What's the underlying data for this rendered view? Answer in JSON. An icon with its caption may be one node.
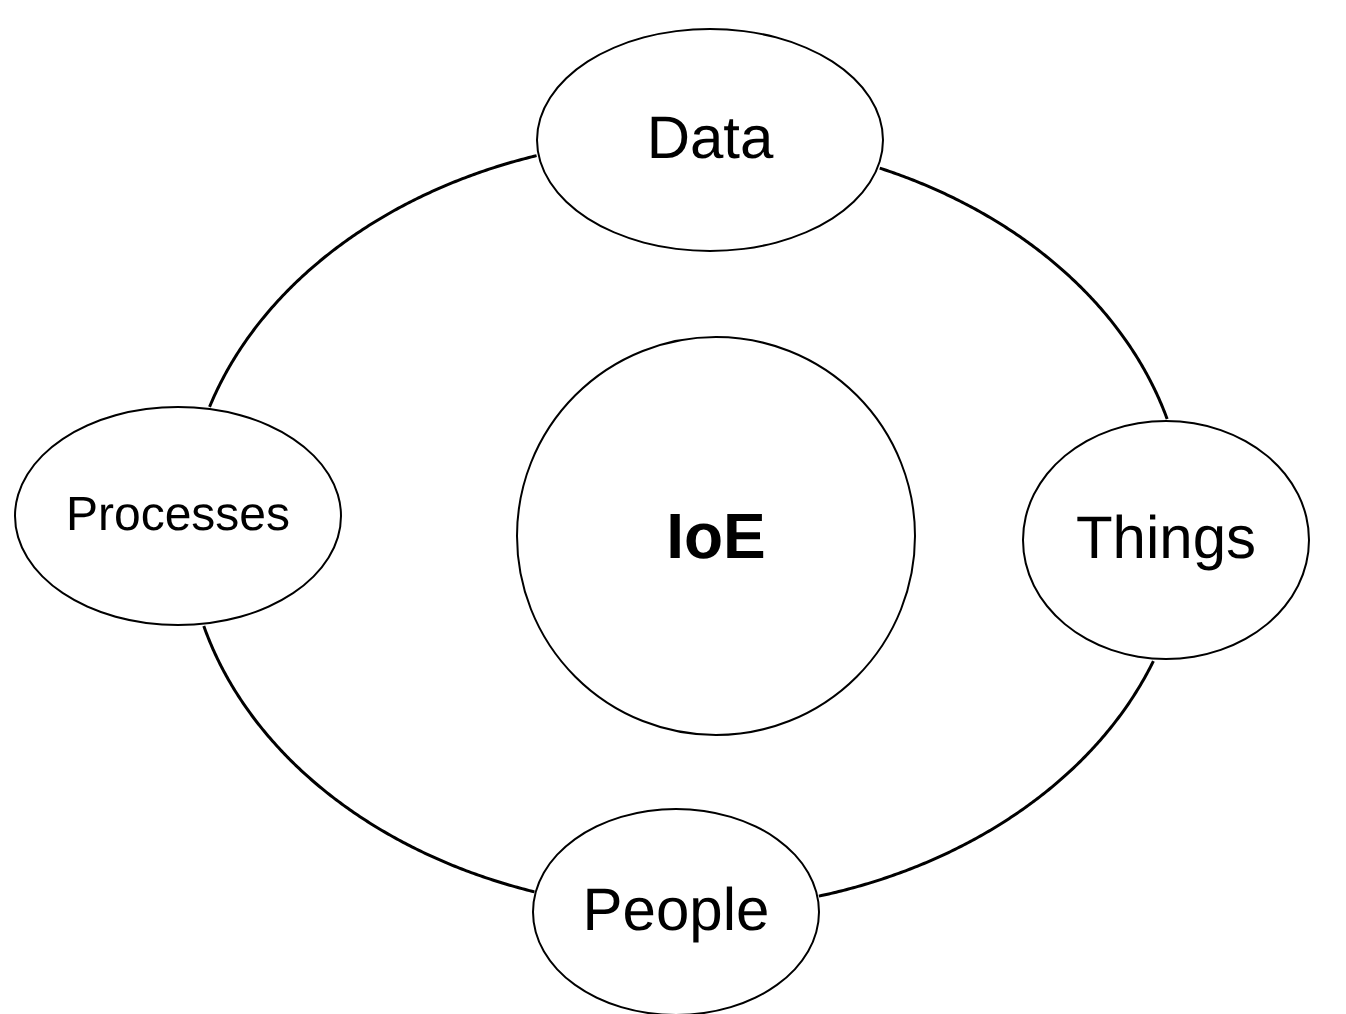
{
  "diagram": {
    "nodes": [
      {
        "text": [
          "Data"
        ]
      },
      {
        "text": [
          "Processes"
        ]
      },
      {
        "text": [
          "IoE"
        ]
      },
      {
        "text": [
          "Things"
        ]
      },
      {
        "text": [
          "People"
        ]
      }
    ],
    "edges": [
      {
        "from": 0,
        "to": 3,
        "arrow": "none"
      },
      {
        "from": 3,
        "to": 4,
        "arrow": "none"
      },
      {
        "from": 4,
        "to": 1,
        "arrow": "none"
      },
      {
        "from": 1,
        "to": 0,
        "arrow": "none"
      }
    ]
  }
}
